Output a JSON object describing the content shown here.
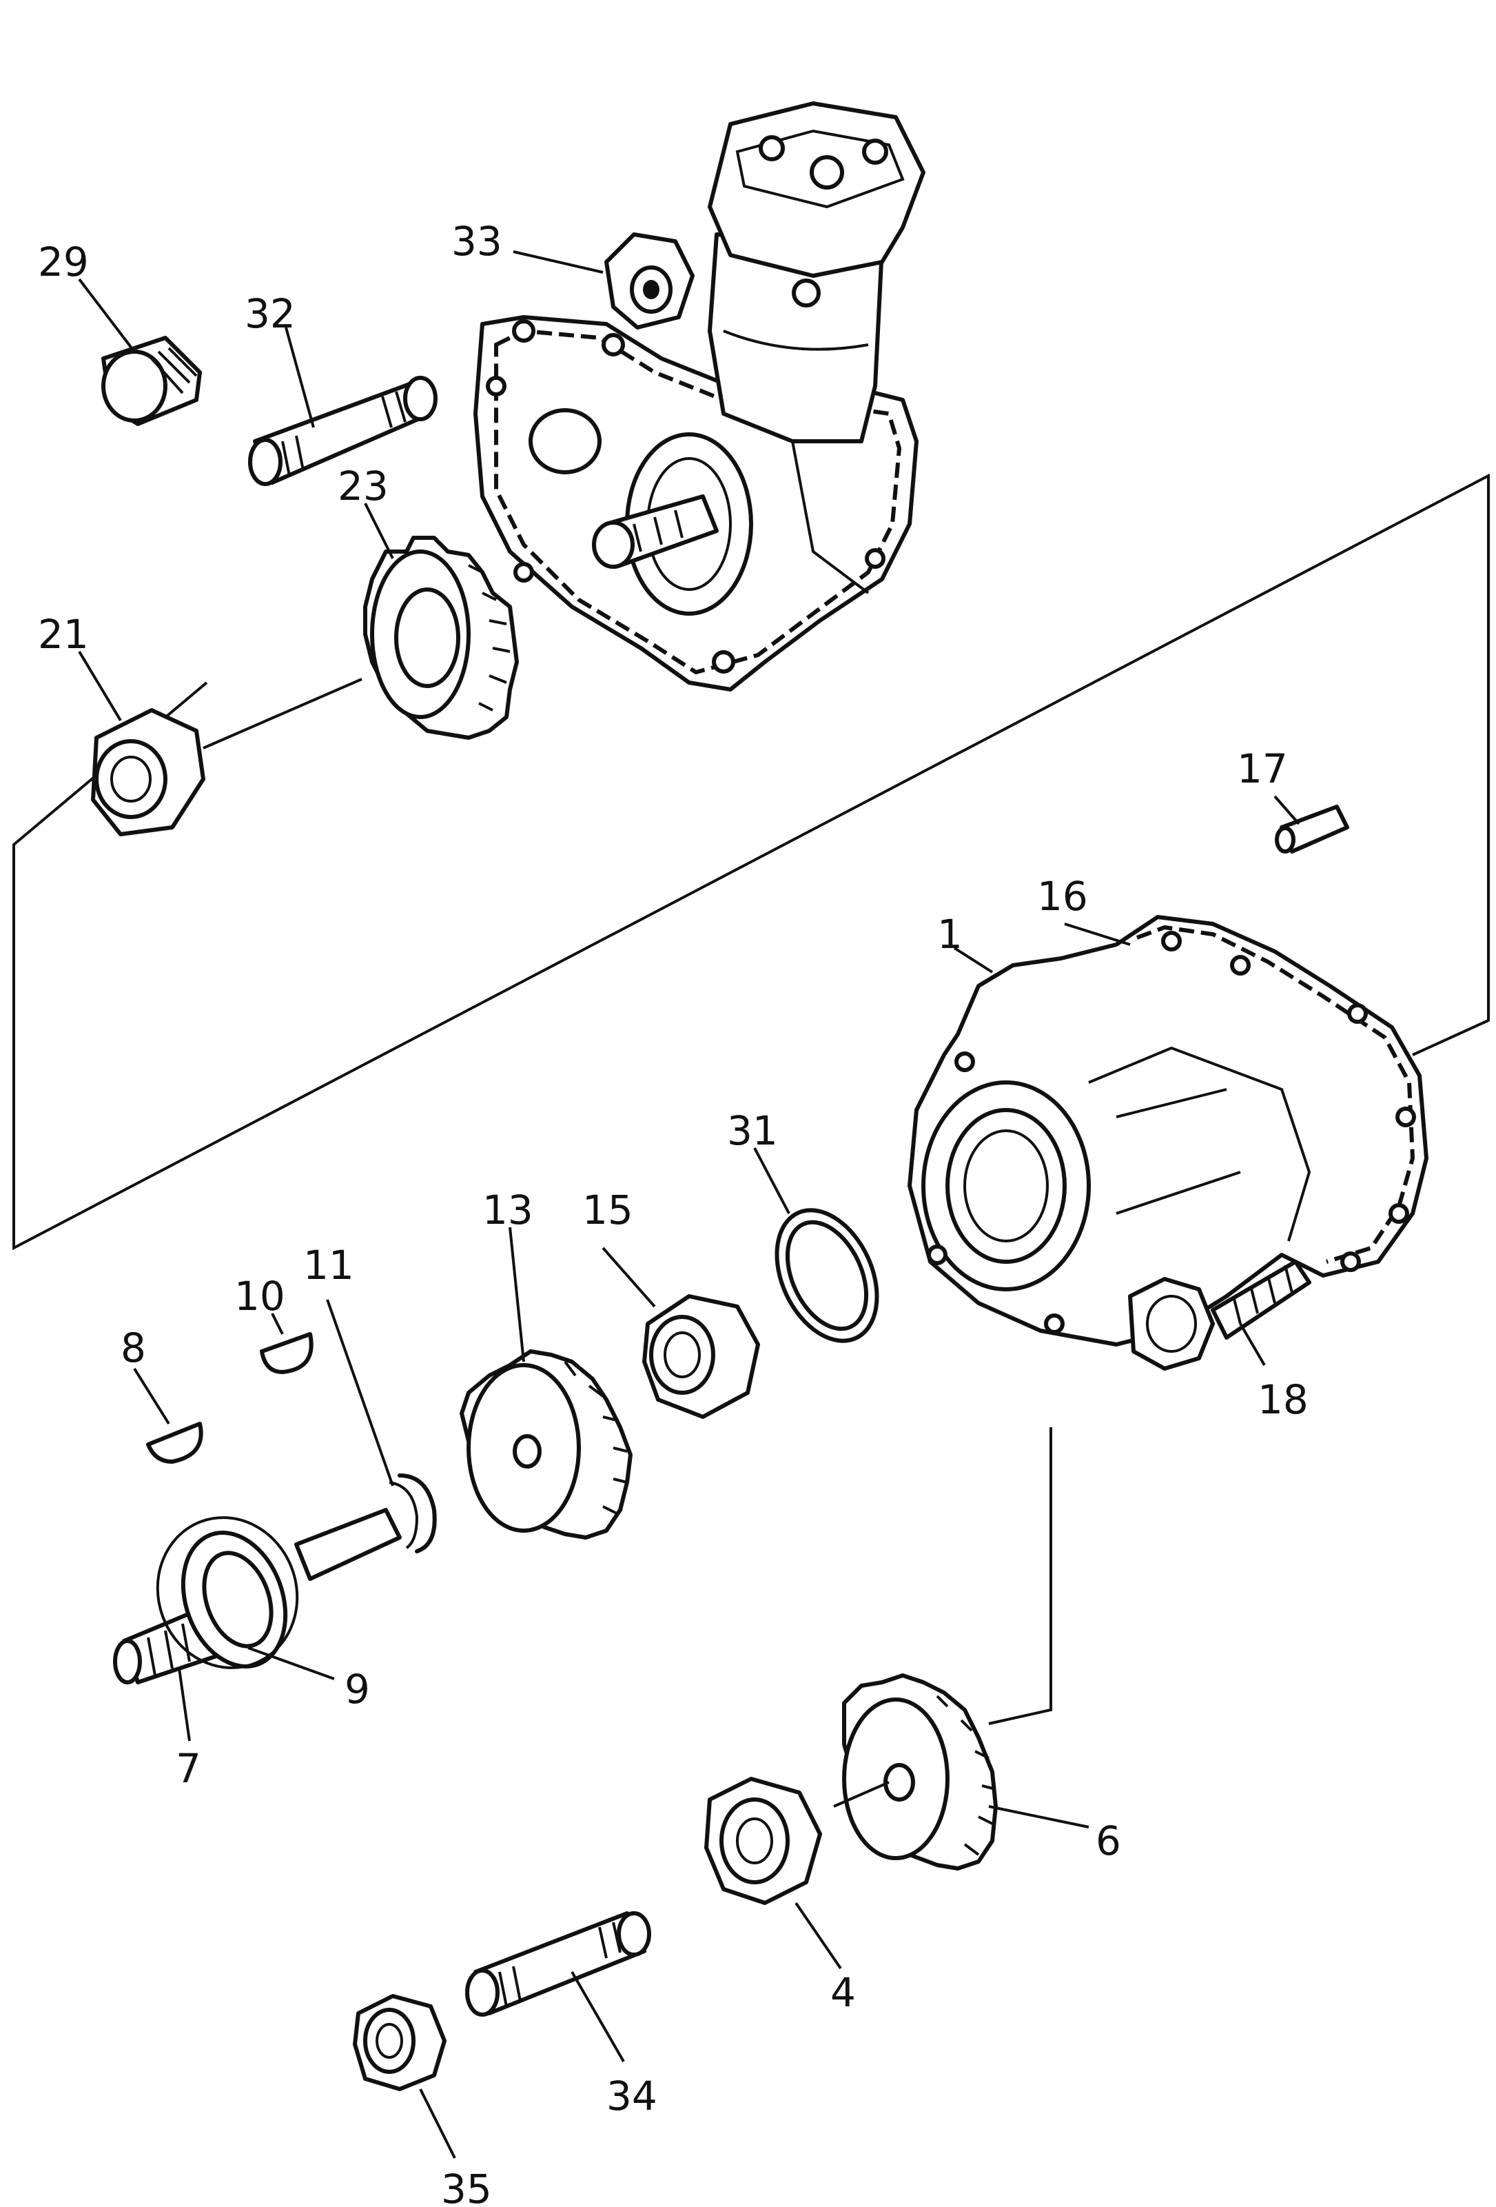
{
  "diagram": {
    "labels": {
      "p1": "1",
      "p4": "4",
      "p6": "6",
      "p7": "7",
      "p8": "8",
      "p9": "9",
      "p10": "10",
      "p11": "11",
      "p13": "13",
      "p15": "15",
      "p16": "16",
      "p17": "17",
      "p18": "18",
      "p21": "21",
      "p23": "23",
      "p29": "29",
      "p31": "31",
      "p32": "32",
      "p33": "33",
      "p34": "34",
      "p35": "35"
    },
    "colors": {
      "ink": "#111111",
      "paper": "#ffffff"
    }
  }
}
